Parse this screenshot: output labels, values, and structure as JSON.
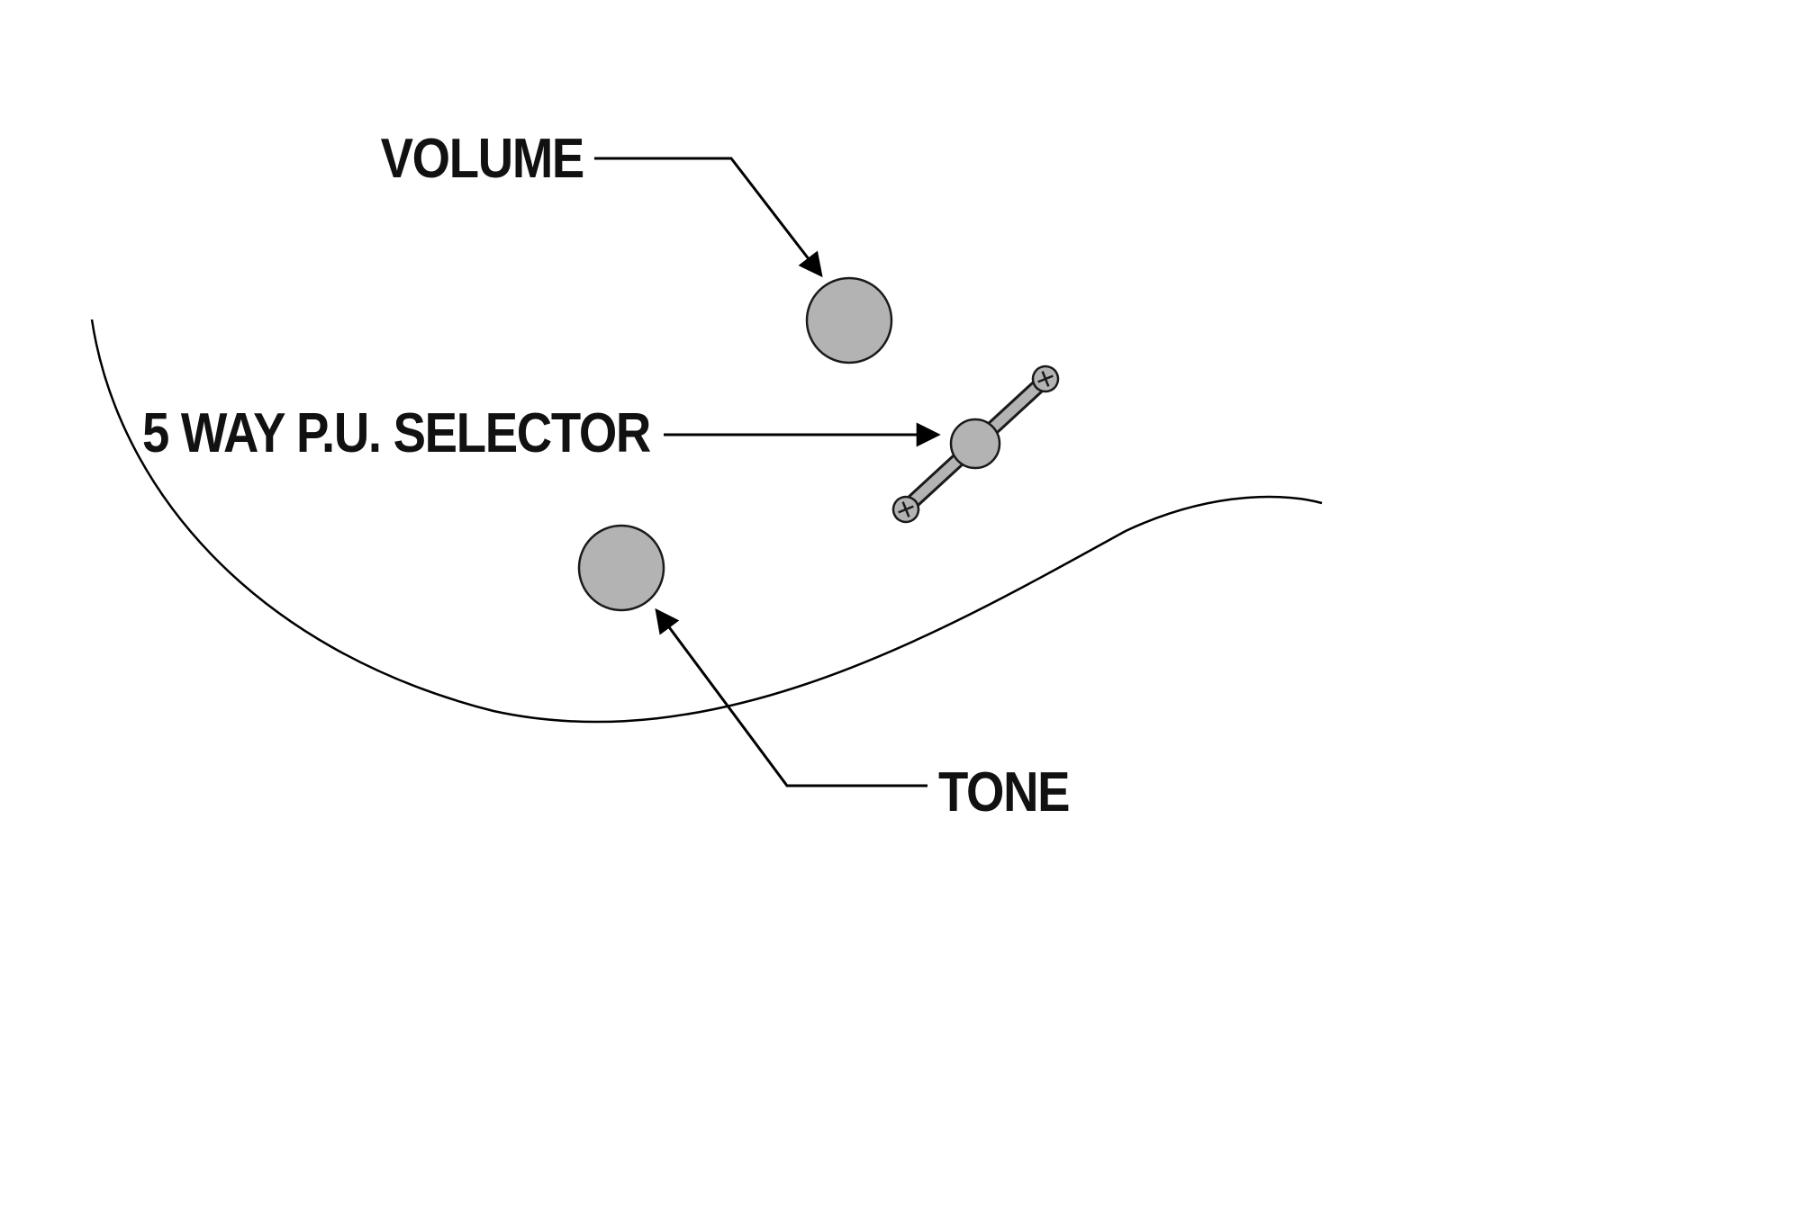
{
  "diagram": {
    "labels": {
      "volume": "VOLUME",
      "selector": "5 WAY P.U. SELECTOR",
      "tone": "TONE"
    },
    "colors": {
      "background": "#ffffff",
      "knob_fill": "#b3b3b3",
      "line": "#000000",
      "text": "#111111"
    }
  }
}
